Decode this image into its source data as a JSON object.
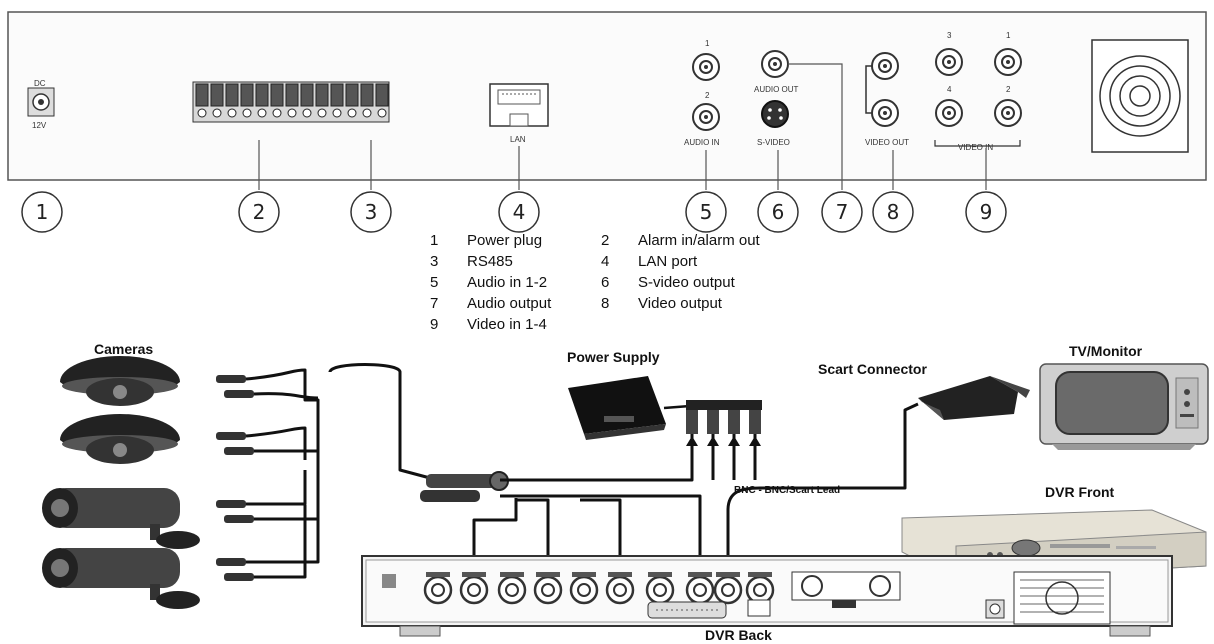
{
  "rear_panel": {
    "dc_label": "DC",
    "voltage_label": "12V",
    "lan_label": "LAN",
    "audio_in_label": "AUDIO IN",
    "audio_in_ch1": "1",
    "audio_in_ch2": "2",
    "audio_out_label": "AUDIO OUT",
    "svideo_label": "S-VIDEO",
    "video_out_label": "VIDEO OUT",
    "video_in_label": "VIDEO IN",
    "video_in_ch1": "1",
    "video_in_ch2": "2",
    "video_in_ch3": "3",
    "video_in_ch4": "4"
  },
  "callouts": [
    "1",
    "2",
    "3",
    "4",
    "5",
    "6",
    "7",
    "8",
    "9"
  ],
  "legend": [
    {
      "num": "1",
      "text": "Power plug"
    },
    {
      "num": "2",
      "text": "Alarm in/alarm out"
    },
    {
      "num": "3",
      "text": "RS485"
    },
    {
      "num": "4",
      "text": "LAN port"
    },
    {
      "num": "5",
      "text": "Audio in 1-2"
    },
    {
      "num": "6",
      "text": "S-video output"
    },
    {
      "num": "7",
      "text": "Audio output"
    },
    {
      "num": "8",
      "text": "Video output"
    },
    {
      "num": "9",
      "text": "Video in 1-4"
    }
  ],
  "wiring": {
    "cameras": "Cameras",
    "power_supply": "Power Supply",
    "scart_connector": "Scart Connector",
    "tv_monitor": "TV/Monitor",
    "bnc_lead": "BNC - BNC/Scart Lead",
    "dvr_front": "DVR Front",
    "dvr_back": "DVR Back"
  }
}
